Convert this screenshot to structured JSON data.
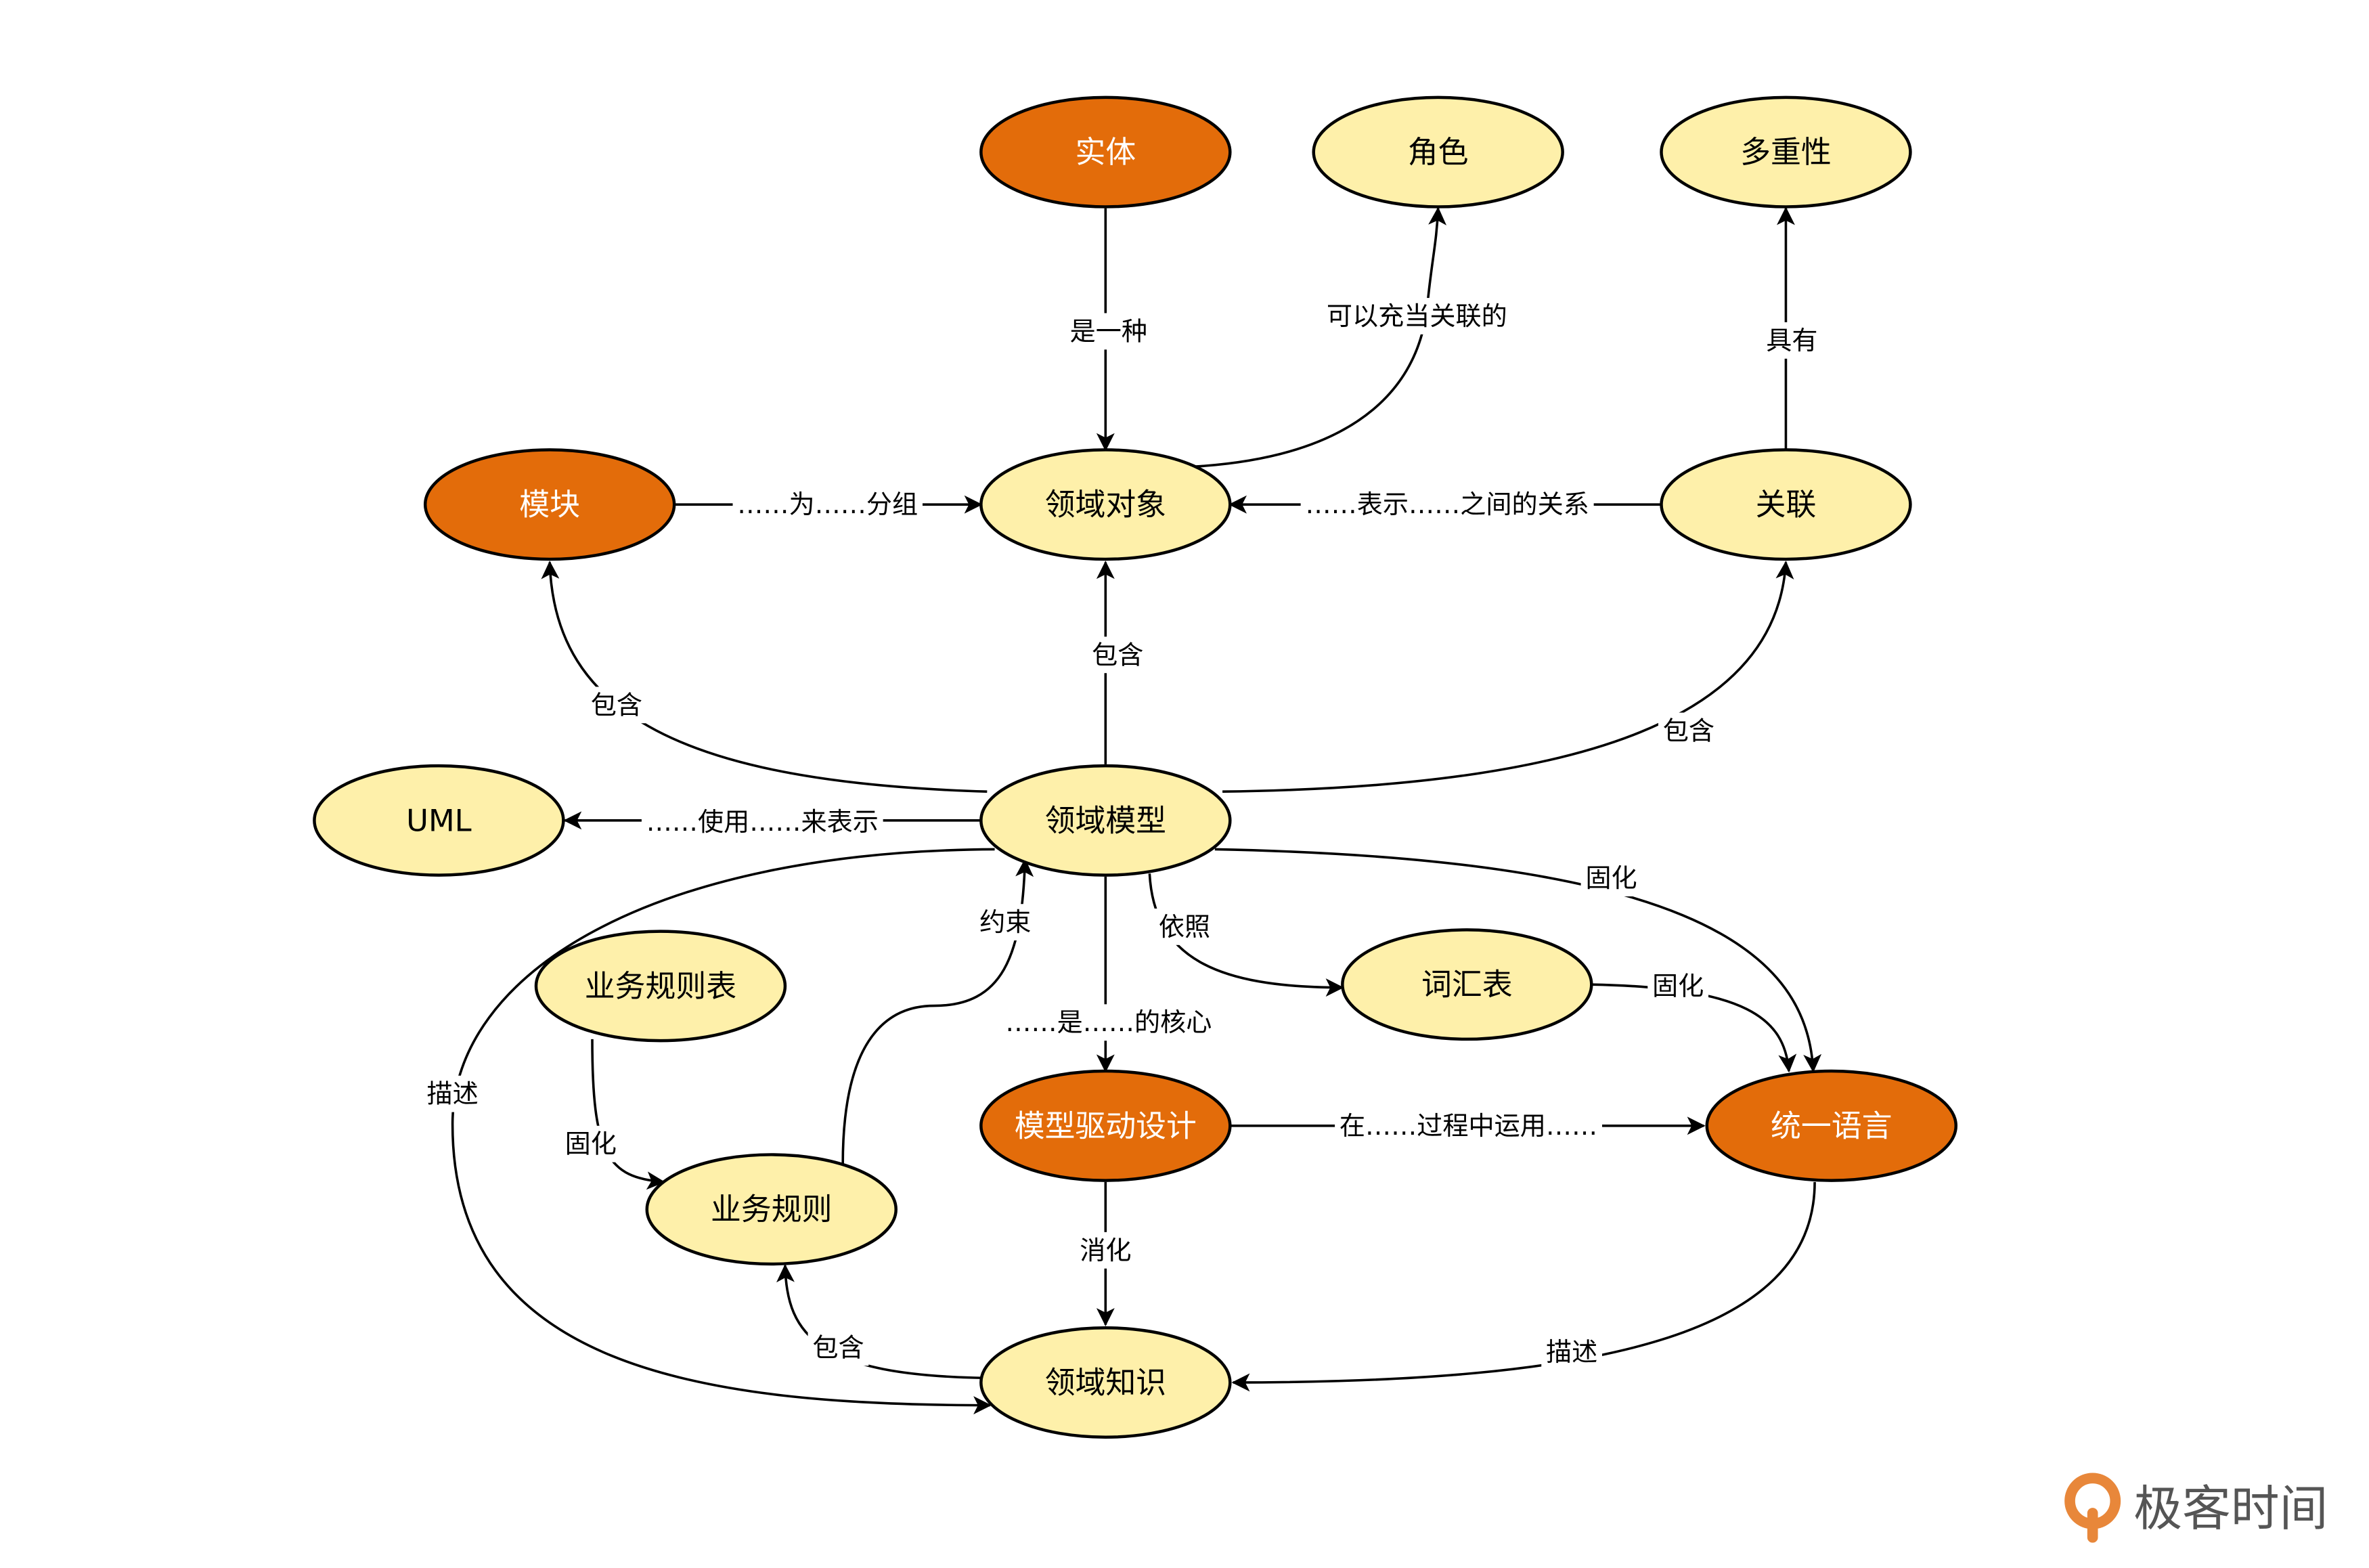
{
  "colors": {
    "core": "#E36C0A",
    "concept": "#FEF0AA",
    "stroke": "#000000",
    "core_text": "#FFFFFF",
    "concept_text": "#000000"
  },
  "nodes": [
    {
      "id": "entity",
      "label": "实体",
      "type": "core"
    },
    {
      "id": "role",
      "label": "角色",
      "type": "concept"
    },
    {
      "id": "multiplicity",
      "label": "多重性",
      "type": "concept"
    },
    {
      "id": "module",
      "label": "模块",
      "type": "core"
    },
    {
      "id": "domain-object",
      "label": "领域对象",
      "type": "concept"
    },
    {
      "id": "association",
      "label": "关联",
      "type": "concept"
    },
    {
      "id": "uml",
      "label": "UML",
      "type": "concept"
    },
    {
      "id": "domain-model",
      "label": "领域模型",
      "type": "concept"
    },
    {
      "id": "business-rule-table",
      "label": "业务规则表",
      "type": "concept"
    },
    {
      "id": "glossary",
      "label": "词汇表",
      "type": "concept"
    },
    {
      "id": "model-driven-design",
      "label": "模型驱动设计",
      "type": "core"
    },
    {
      "id": "ubiquitous-language",
      "label": "统一语言",
      "type": "core"
    },
    {
      "id": "business-rule",
      "label": "业务规则",
      "type": "concept"
    },
    {
      "id": "domain-knowledge",
      "label": "领域知识",
      "type": "concept"
    }
  ],
  "edges": [
    {
      "from": "entity",
      "to": "domain-object",
      "label": "是一种"
    },
    {
      "from": "domain-object",
      "to": "role",
      "label": "可以充当关联的"
    },
    {
      "from": "association",
      "to": "multiplicity",
      "label": "具有"
    },
    {
      "from": "module",
      "to": "domain-object",
      "label": "……为……分组"
    },
    {
      "from": "association",
      "to": "domain-object",
      "label": "……表示……之间的关系"
    },
    {
      "from": "domain-model",
      "to": "module",
      "label": "包含"
    },
    {
      "from": "domain-model",
      "to": "domain-object",
      "label": "包含"
    },
    {
      "from": "domain-model",
      "to": "association",
      "label": "包含"
    },
    {
      "from": "domain-model",
      "to": "uml",
      "label": "……使用……来表示"
    },
    {
      "from": "domain-model",
      "to": "ubiquitous-language",
      "label": "固化"
    },
    {
      "from": "domain-model",
      "to": "glossary",
      "label": "依照"
    },
    {
      "from": "domain-model",
      "to": "model-driven-design",
      "label": "……是……的核心"
    },
    {
      "from": "glossary",
      "to": "ubiquitous-language",
      "label": "固化"
    },
    {
      "from": "business-rule-table",
      "to": "business-rule",
      "label": "固化"
    },
    {
      "from": "business-rule",
      "to": "domain-model",
      "label": "约束"
    },
    {
      "from": "domain-model",
      "to": "domain-knowledge",
      "label": "描述"
    },
    {
      "from": "model-driven-design",
      "to": "ubiquitous-language",
      "label": "在……过程中运用……"
    },
    {
      "from": "model-driven-design",
      "to": "domain-knowledge",
      "label": "消化"
    },
    {
      "from": "domain-knowledge",
      "to": "business-rule",
      "label": "包含"
    },
    {
      "from": "ubiquitous-language",
      "to": "domain-knowledge",
      "label": "描述"
    }
  ],
  "logo": {
    "text": "极客时间",
    "icon": "geektime-logo-icon",
    "color": "#E8873A"
  }
}
